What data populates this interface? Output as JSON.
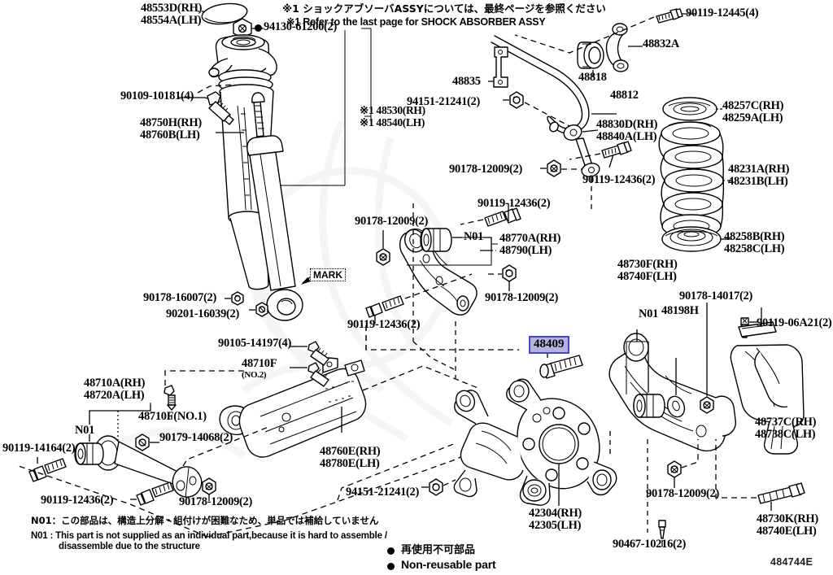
{
  "diagram": {
    "reference_number": "484744E",
    "title_notes": [
      "※1 ショックアブソーバASSYについては、最終ページを参照ください",
      "※1 Refer to the last page for SHOCK ABSORBER ASSY"
    ],
    "mark_callout": "MARK",
    "highlighted_part": "48409",
    "legend": [
      {
        "symbol": "filled-circle",
        "jp": "再使用不可部品",
        "en": "Non-reusable part"
      }
    ],
    "footnotes": [
      {
        "code": "N01",
        "jp": "この部品は、構造上分解・組付けが困難なため、単品では補給していません"
      },
      {
        "code": "N01",
        "en_line1": "This part is not supplied as an individual part,because it is hard to assemble /",
        "en_line2": "disassemble due to the structure"
      }
    ]
  },
  "labels": {
    "l_48553D": "48553D(RH)",
    "l_48554A": "48554A(LH)",
    "l_94130": "94130-61200(2)",
    "l_90109": "90109-10181(4)",
    "l_48750H": "48750H(RH)",
    "l_48760B": "48760B(LH)",
    "l_48530": "※1 48530(RH)",
    "l_48540": "※1 48540(LH)",
    "l_94151_top": "94151-21241(2)",
    "l_90178_16007": "90178-16007(2)",
    "l_90201_16039": "90201-16039(2)",
    "l_90105_14197": "90105-14197(4)",
    "l_48710F_no2_a": "48710F",
    "l_48710F_no2_b": "(NO.2)",
    "l_48710F_no1": "48710F(NO.1)",
    "l_48710A": "48710A(RH)",
    "l_48720A": "48720A(LH)",
    "l_N01_left": "N01",
    "l_90119_14164": "90119-14164(2)",
    "l_90179_14068": "90179-14068(2)",
    "l_90119_12436_bl": "90119-12436(2)",
    "l_90178_12009_bl": "90178-12009(2)",
    "l_48760E": "48760E(RH)",
    "l_48780E": "48780E(LH)",
    "l_94151_bot": "94151-21241(2)",
    "l_90178_12009_mid": "90178-12009(2)",
    "l_90119_12436_mid": "90119-12436(2)",
    "l_N01_mid": "N01",
    "l_48770A": "48770A(RH)",
    "l_48790": "48790(LH)",
    "l_90119_12436_arm": "90119-12436(2)",
    "l_90178_12009_arm": "90178-12009(2)",
    "l_48835": "48835",
    "l_48812": "48812",
    "l_48818": "48818",
    "l_48832A": "48832A",
    "l_90119_12445": "90119-12445(4)",
    "l_48830D": "48830D(RH)",
    "l_48840A": "48840A(LH)",
    "l_90178_12009_stab": "90178-12009(2)",
    "l_90119_12436_stab": "90119-12436(2)",
    "l_48257C": "48257C(RH)",
    "l_48259A": "48259A(LH)",
    "l_48231A": "48231A(RH)",
    "l_48231B": "48231B(LH)",
    "l_48258B": "48258B(RH)",
    "l_48258C": "48258C(LH)",
    "l_48730F": "48730F(RH)",
    "l_48740F": "48740F(LH)",
    "l_N01_right": "N01",
    "l_48198H": "48198H",
    "l_90178_14017": "90178-14017(2)",
    "l_90119_06A21": "90119-06A21(2)",
    "l_48737C": "48737C(RH)",
    "l_48738C": "48738C(LH)",
    "l_90178_12009_br": "90178-12009(2)",
    "l_90467_10216": "90467-10216(2)",
    "l_48730K": "48730K(RH)",
    "l_48740E": "48740E(LH)",
    "l_42304": "42304(RH)",
    "l_42305": "42305(LH)"
  },
  "colors": {
    "highlight_fill": "#b3b3e0",
    "highlight_border": "#4a46c8",
    "line": "#000000",
    "background": "#ffffff"
  }
}
